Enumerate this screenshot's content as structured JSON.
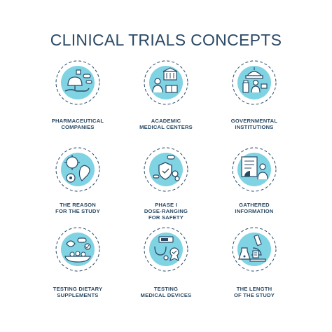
{
  "title": "CLINICAL TRIALS CONCEPTS",
  "colors": {
    "accent": "#7fd3e3",
    "stroke": "#2b4a66",
    "text": "#2b4a66"
  },
  "concepts": [
    {
      "lines": [
        "PHARMACEUTICAL",
        "COMPANIES"
      ],
      "icon": "pills-hand-icon"
    },
    {
      "lines": [
        "ACADEMIC",
        "MEDICAL CENTERS"
      ],
      "icon": "university-doctor-icon"
    },
    {
      "lines": [
        "GOVERNMENTAL",
        "INSTITUTIONS"
      ],
      "icon": "government-dome-icon"
    },
    {
      "lines": [
        "THE REASON",
        "FOR THE STUDY"
      ],
      "icon": "virus-heart-icon"
    },
    {
      "lines": [
        "PHASE I",
        "DOSE-RANGING",
        "FOR SAFETY"
      ],
      "icon": "shield-pills-icon"
    },
    {
      "lines": [
        "GATHERED",
        "INFORMATION"
      ],
      "icon": "report-chart-icon"
    },
    {
      "lines": [
        "TESTING DIETARY",
        "SUPPLEMENTS"
      ],
      "icon": "supplements-icon"
    },
    {
      "lines": [
        "TESTING",
        "MEDICAL DEVICES"
      ],
      "icon": "medical-devices-icon"
    },
    {
      "lines": [
        "THE LENGTH",
        "OF THE STUDY"
      ],
      "icon": "microscope-flask-icon"
    }
  ]
}
